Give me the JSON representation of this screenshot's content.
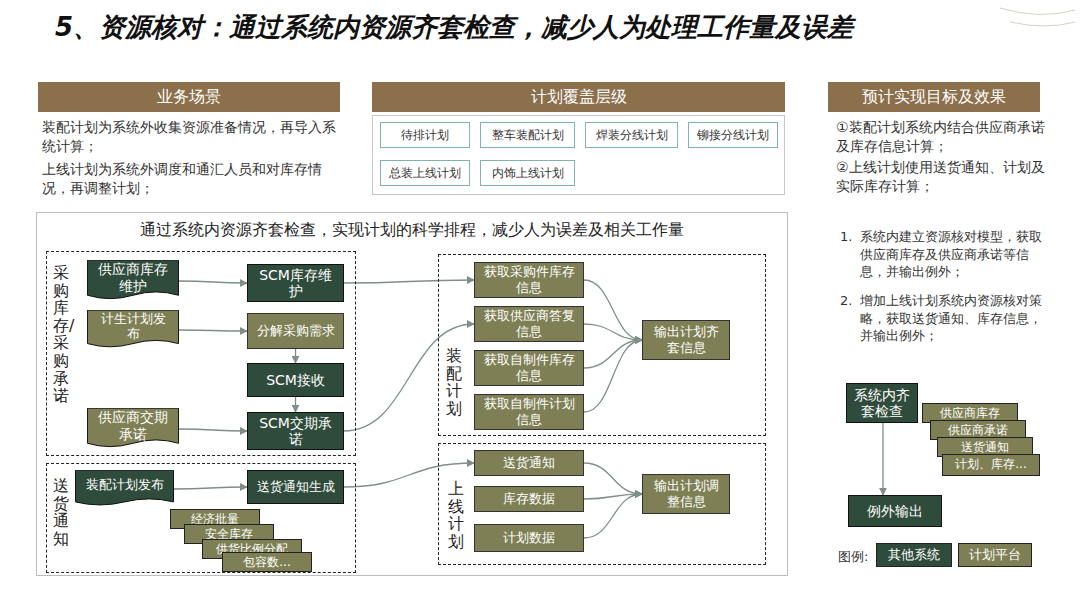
{
  "diagram": {
    "title": "5、资源核对：通过系统内资源齐套检查，减少人为处理工作量及误差",
    "nodes": [
      {
        "text": [
          "业务场景"
        ]
      },
      {
        "text": [
          "计划覆盖层级"
        ]
      },
      {
        "text": [
          "预计实现目标及效果"
        ]
      },
      {
        "text": [
          "待排计划"
        ]
      },
      {
        "text": [
          "整车装配计划"
        ]
      },
      {
        "text": [
          "焊装分线计划"
        ]
      },
      {
        "text": [
          "铆接分线计划"
        ]
      },
      {
        "text": [
          "总装上线计划"
        ]
      },
      {
        "text": [
          "内饰上线计划"
        ]
      },
      {
        "text": [
          "通过系统内资源齐套检查，实现计划的科学排程，减少人为误差及相关工作量"
        ]
      },
      {
        "text": [
          "采购库存/采购承诺"
        ],
        "in": 9
      },
      {
        "text": [
          "供应商库存维护"
        ],
        "in": 10
      },
      {
        "text": [
          "SCM库存维护"
        ],
        "in": 10
      },
      {
        "text": [
          "计生计划发布"
        ],
        "in": 10
      },
      {
        "text": [
          "分解采购需求"
        ],
        "in": 10
      },
      {
        "text": [
          "SCM接收"
        ],
        "in": 10
      },
      {
        "text": [
          "供应商交期承诺"
        ],
        "in": 10
      },
      {
        "text": [
          "SCM交期承诺"
        ],
        "in": 10
      },
      {
        "text": [
          "送货通知"
        ],
        "in": 9
      },
      {
        "text": [
          "装配计划发布"
        ],
        "in": 18
      },
      {
        "text": [
          "送货通知生成"
        ],
        "in": 18
      },
      {
        "text": [
          "经济批量"
        ],
        "in": 18
      },
      {
        "text": [
          "安全库存"
        ],
        "in": 18
      },
      {
        "text": [
          "供货比例分配"
        ],
        "in": 18
      },
      {
        "text": [
          "包容数..."
        ],
        "in": 18
      },
      {
        "text": [
          "装配计划"
        ],
        "in": 9
      },
      {
        "text": [
          "获取采购件库存信息"
        ],
        "in": 25
      },
      {
        "text": [
          "获取供应商答复信息"
        ],
        "in": 25
      },
      {
        "text": [
          "获取自制件库存信息"
        ],
        "in": 25
      },
      {
        "text": [
          "获取自制件计划信息"
        ],
        "in": 25
      },
      {
        "text": [
          "输出计划齐套信息"
        ],
        "in": 25
      },
      {
        "text": [
          "上线计划"
        ],
        "in": 9
      },
      {
        "text": [
          "送货通知"
        ],
        "in": 31
      },
      {
        "text": [
          "库存数据"
        ],
        "in": 31
      },
      {
        "text": [
          "计划数据"
        ],
        "in": 31
      },
      {
        "text": [
          "输出计划调整信息"
        ],
        "in": 31
      },
      {
        "text": [
          "系统内齐套检查"
        ]
      },
      {
        "text": [
          "供应商库存"
        ]
      },
      {
        "text": [
          "供应商承诺"
        ]
      },
      {
        "text": [
          "送货通知"
        ]
      },
      {
        "text": [
          "计划、库存..."
        ]
      },
      {
        "text": [
          "例外输出"
        ]
      }
    ],
    "edges": [
      {
        "from": 11,
        "to": 12,
        "arrow": "to"
      },
      {
        "from": 13,
        "to": 14,
        "arrow": "to"
      },
      {
        "from": 14,
        "to": 15,
        "arrow": "to"
      },
      {
        "from": 15,
        "to": 17,
        "arrow": "to"
      },
      {
        "from": 16,
        "to": 17,
        "arrow": "to"
      },
      {
        "from": 12,
        "to": 26,
        "arrow": "to"
      },
      {
        "from": 17,
        "to": 27,
        "arrow": "to"
      },
      {
        "from": 19,
        "to": 20,
        "arrow": "to"
      },
      {
        "from": 20,
        "to": 32,
        "arrow": "to"
      },
      {
        "from": 26,
        "to": 30,
        "arrow": "to"
      },
      {
        "from": 27,
        "to": 30,
        "arrow": "to"
      },
      {
        "from": 28,
        "to": 30,
        "arrow": "to"
      },
      {
        "from": 29,
        "to": 30,
        "arrow": "to"
      },
      {
        "from": 32,
        "to": 35,
        "arrow": "to"
      },
      {
        "from": 33,
        "to": 35,
        "arrow": "to"
      },
      {
        "from": 34,
        "to": 35,
        "arrow": "to"
      },
      {
        "from": 36,
        "to": 41,
        "arrow": "to"
      }
    ],
    "labels": [
      "装配计划为系统外收集资源准备情况，再导入系统计算；",
      "上线计划为系统外调度和通汇人员和对库存情况，再调整计划；",
      "①装配计划系统内结合供应商承诺及库存信息计算；",
      "②上线计划使用送货通知、计划及实际库存计算；",
      "1.",
      "系统内建立资源核对模型，获取供应商库存及供应商承诺等信息，并输出例外；",
      "2.",
      "增加上线计划系统内资源核对策略，获取送货通知、库存信息，并输出例外；",
      "图例:"
    ],
    "legend": [
      {
        "text": "其他系统",
        "color": "#2f4b3b"
      },
      {
        "text": "计划平台",
        "color": "#7e7f54"
      }
    ]
  }
}
